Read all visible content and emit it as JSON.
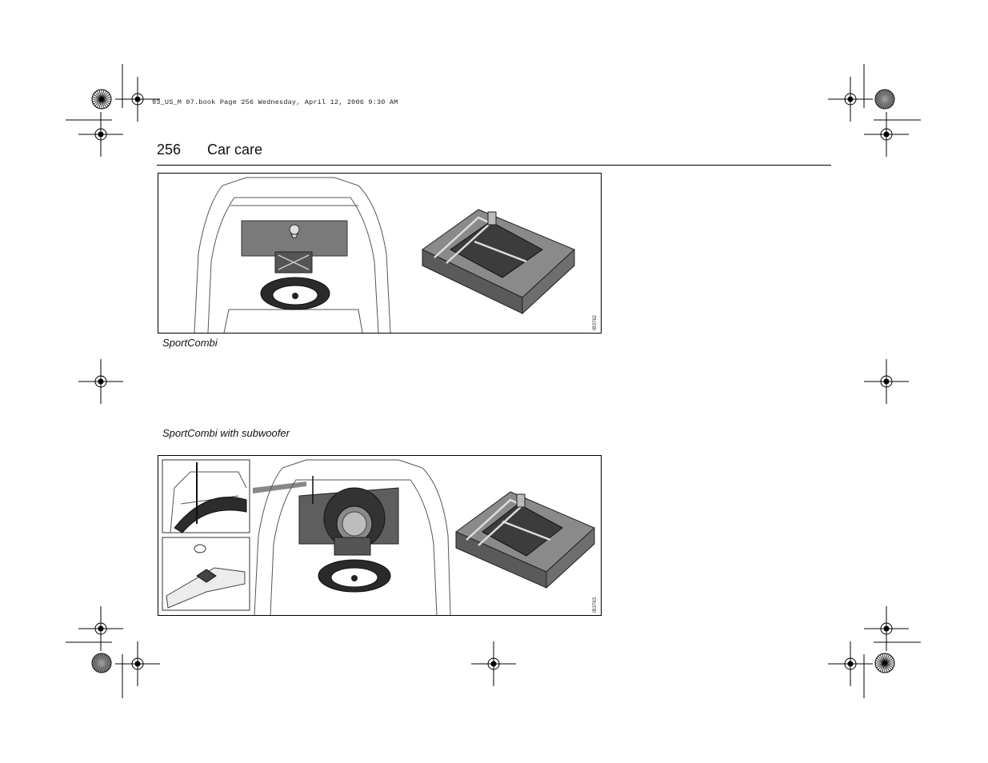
{
  "print_slug": "93_US_M 07.book  Page 256  Wednesday, April 12, 2006  9:30 AM",
  "header": {
    "page_number": "256",
    "section_title": "Car care"
  },
  "figures": [
    {
      "caption": "SportCombi",
      "code": "IB3762"
    },
    {
      "caption": "SportCombi with subwoofer",
      "code": "IB3763"
    }
  ]
}
